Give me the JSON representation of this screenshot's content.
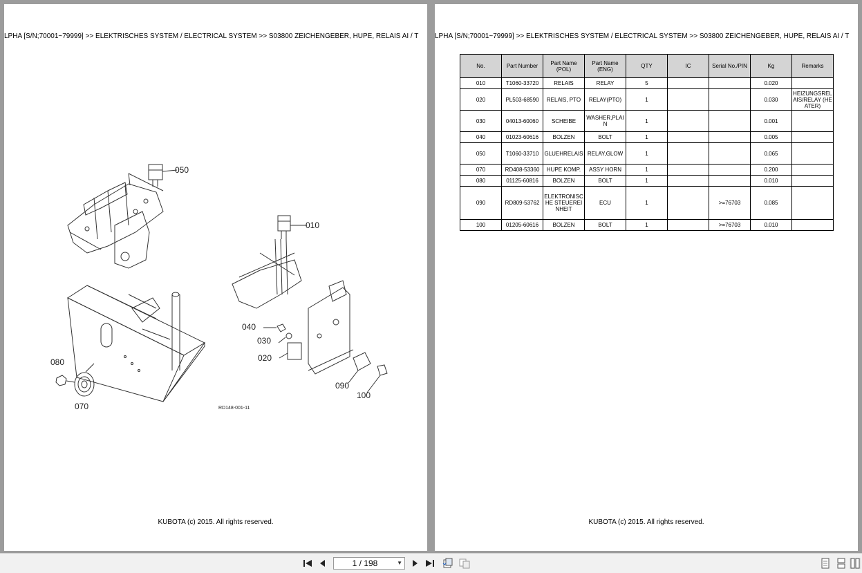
{
  "left_page": {
    "header": "LPHA [S/N;70001~79999] >> ELEKTRISCHES SYSTEM / ELECTRICAL SYSTEM >> S03800   ZEICHENGEBER, HUPE, RELAIS AI / T",
    "callouts": {
      "c050": "050",
      "c010": "010",
      "c040": "040",
      "c030": "030",
      "c020": "020",
      "c080": "080",
      "c070": "070",
      "c090": "090",
      "c100": "100"
    },
    "drawing_code": "RD148-001-11",
    "footer": "KUBOTA (c) 2015. All rights reserved."
  },
  "right_page": {
    "header": "LPHA [S/N;70001~79999] >> ELEKTRISCHES SYSTEM / ELECTRICAL SYSTEM >> S03800   ZEICHENGEBER, HUPE, RELAIS AI / T",
    "table": {
      "headers": {
        "no": "No.",
        "part_number": "Part Number",
        "name_pol": "Part Name (POL)",
        "name_eng": "Part Name (ENG)",
        "qty": "QTY",
        "ic": "IC",
        "serial": "Serial No./PIN",
        "kg": "Kg",
        "remarks": "Remarks"
      },
      "rows": [
        {
          "no": "010",
          "part": "T1060-33720",
          "pol": "RELAIS",
          "eng": "RELAY",
          "qty": "5",
          "ic": "",
          "serial": "",
          "kg": "0.020",
          "remarks": ""
        },
        {
          "no": "020",
          "part": "PL503-68590",
          "pol": "RELAIS, PTO",
          "eng": "RELAY(PTO)",
          "qty": "1",
          "ic": "",
          "serial": "",
          "kg": "0.030",
          "remarks": "HEIZUNGSRELAIS/RELAY (HEATER)"
        },
        {
          "no": "030",
          "part": "04013-60060",
          "pol": "SCHEIBE",
          "eng": "WASHER,PLAIN",
          "qty": "1",
          "ic": "",
          "serial": "",
          "kg": "0.001",
          "remarks": ""
        },
        {
          "no": "040",
          "part": "01023-60616",
          "pol": "BOLZEN",
          "eng": "BOLT",
          "qty": "1",
          "ic": "",
          "serial": "",
          "kg": "0.005",
          "remarks": ""
        },
        {
          "no": "050",
          "part": "T1060-33710",
          "pol": "GLUEHRELAIS",
          "eng": "RELAY,GLOW",
          "qty": "1",
          "ic": "",
          "serial": "",
          "kg": "0.065",
          "remarks": ""
        },
        {
          "no": "070",
          "part": "RD408-53360",
          "pol": "HUPE KOMP.",
          "eng": "ASSY HORN",
          "qty": "1",
          "ic": "",
          "serial": "",
          "kg": "0.200",
          "remarks": ""
        },
        {
          "no": "080",
          "part": "01125-60816",
          "pol": "BOLZEN",
          "eng": "BOLT",
          "qty": "1",
          "ic": "",
          "serial": "",
          "kg": "0.010",
          "remarks": ""
        },
        {
          "no": "090",
          "part": "RD809-53762",
          "pol": "ELEKTRONISCHE STEUEREINHEIT",
          "eng": "ECU",
          "qty": "1",
          "ic": "",
          "serial": ">=76703",
          "kg": "0.085",
          "remarks": ""
        },
        {
          "no": "100",
          "part": "01205-60616",
          "pol": "BOLZEN",
          "eng": "BOLT",
          "qty": "1",
          "ic": "",
          "serial": ">=76703",
          "kg": "0.010",
          "remarks": ""
        }
      ]
    },
    "footer": "KUBOTA (c) 2015. All rights reserved."
  },
  "toolbar": {
    "page_indicator": "1 / 198",
    "icons": [
      "first-page-icon",
      "prev-page-icon",
      "next-page-icon",
      "last-page-icon",
      "fit-page-icon",
      "fit-width-icon",
      "single-page-view-icon",
      "continuous-view-icon",
      "two-page-view-icon"
    ]
  }
}
